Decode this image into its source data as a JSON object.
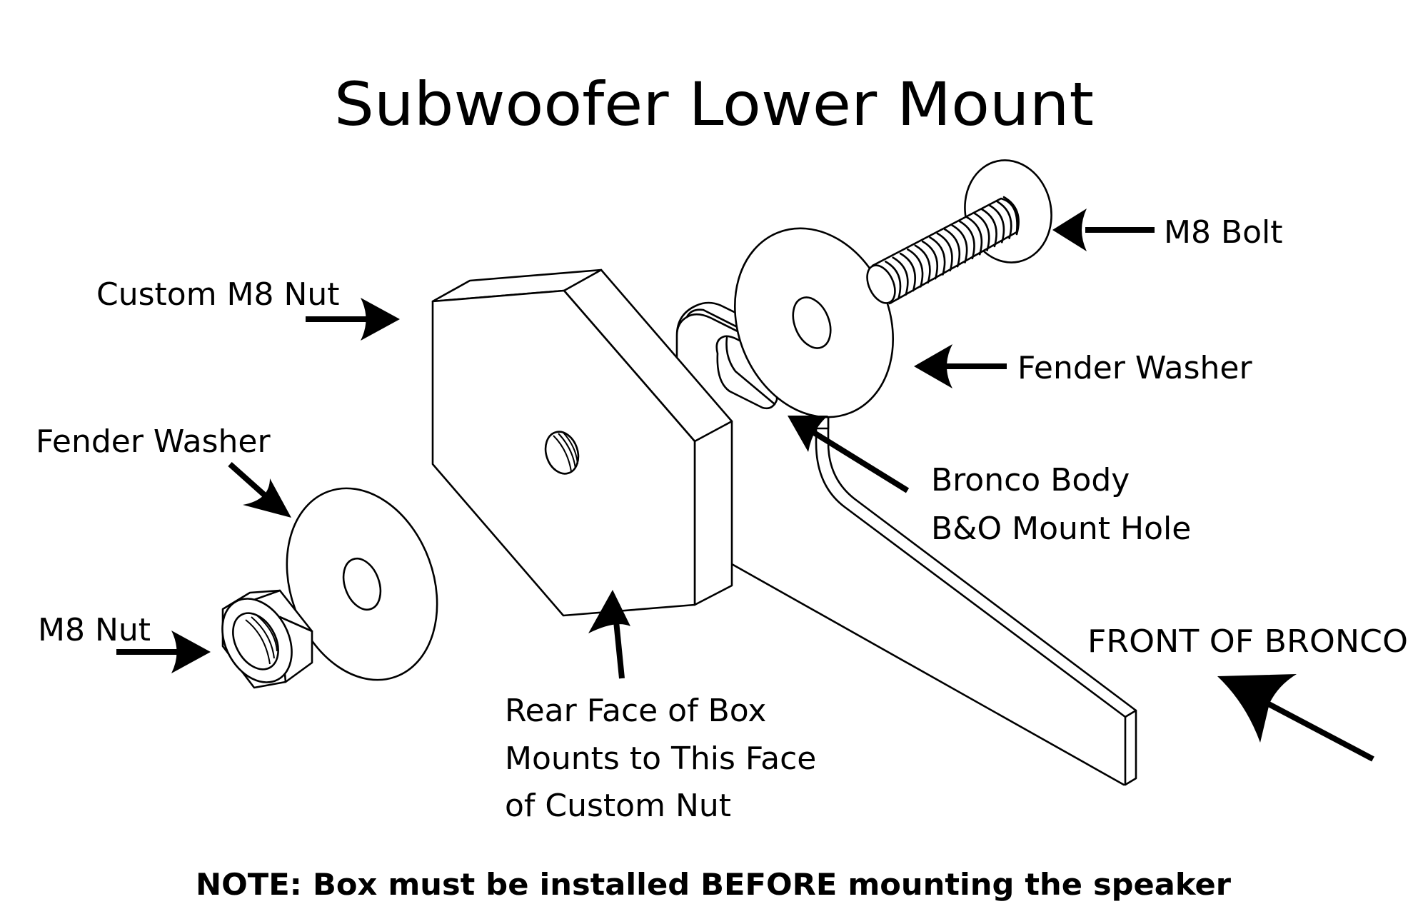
{
  "title": "Subwoofer Lower Mount",
  "labels": {
    "custom_nut": "Custom M8 Nut",
    "fender_washer_left": "Fender Washer",
    "m8_nut": "M8 Nut",
    "m8_bolt": "M8 Bolt",
    "fender_washer_right": "Fender Washer",
    "bronco_body": [
      "Bronco Body",
      "B&O Mount Hole"
    ],
    "rear_face": [
      "Rear Face of Box",
      "Mounts to This Face",
      "of Custom Nut"
    ],
    "front_of_bronco": "FRONT OF BRONCO"
  },
  "note": "NOTE: Box must be installed BEFORE mounting the speaker",
  "parts": [
    "M8 Bolt",
    "Fender Washer",
    "Bronco Body B&O Mount Hole",
    "Custom M8 Nut",
    "Fender Washer",
    "M8 Nut"
  ],
  "colors": {
    "line": "#000000",
    "background": "#ffffff"
  }
}
